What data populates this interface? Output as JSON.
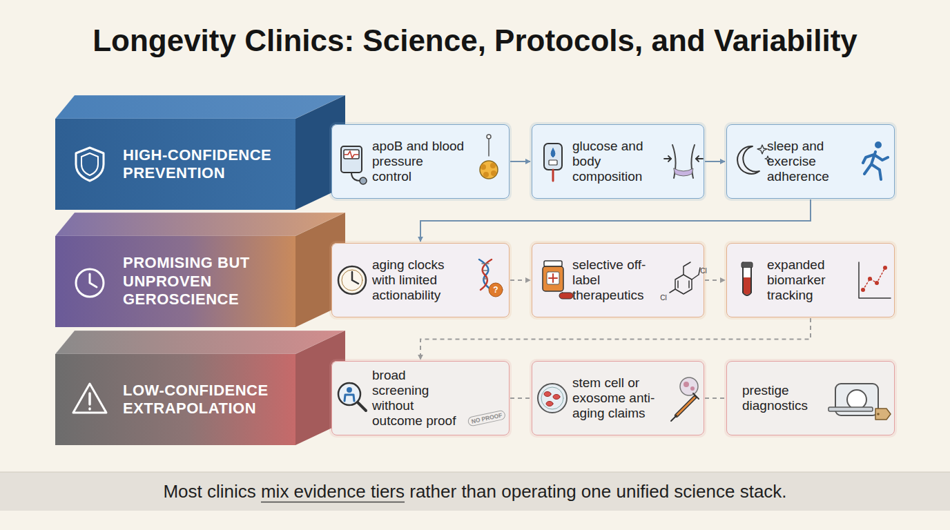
{
  "diagram": {
    "title": "Longevity Clinics: Science, Protocols, and Variability",
    "caption": "Most clinics mix evidence tiers rather than operating one unified science stack.",
    "nodes": [
      {
        "text": [
          "HIGH-CONFIDENCE PREVENTION"
        ]
      },
      {
        "text": [
          "apoB and blood pressure control"
        ]
      },
      {
        "text": [
          "glucose and body composition"
        ]
      },
      {
        "text": [
          "sleep and exercise adherence"
        ]
      },
      {
        "text": [
          "PROMISING BUT UNPROVEN GEROSCIENCE"
        ]
      },
      {
        "text": [
          "aging clocks with limited actionability"
        ]
      },
      {
        "text": [
          "selective off-label therapeutics"
        ]
      },
      {
        "text": [
          "expanded biomarker tracking"
        ]
      },
      {
        "text": [
          "LOW-CONFIDENCE EXTRAPOLATION"
        ]
      },
      {
        "text": [
          "broad screening without outcome proof"
        ]
      },
      {
        "text": [
          "stem cell or exosome anti-aging claims"
        ]
      },
      {
        "text": [
          "prestige diagnostics"
        ]
      }
    ],
    "edges": [
      {
        "from": 1,
        "to": 2,
        "arrow": "to"
      },
      {
        "from": 2,
        "to": 3,
        "arrow": "to"
      },
      {
        "from": 3,
        "to": 5,
        "arrow": "to"
      },
      {
        "from": 5,
        "to": 6,
        "arrow": "to"
      },
      {
        "from": 6,
        "to": 7,
        "arrow": "to"
      },
      {
        "from": 7,
        "to": 9,
        "arrow": "to"
      },
      {
        "from": 9,
        "to": 10,
        "arrow": "none"
      },
      {
        "from": 10,
        "to": 11,
        "arrow": "none"
      }
    ],
    "labels": [
      "?",
      "Cl",
      "Cl",
      "NO PROOF"
    ]
  }
}
